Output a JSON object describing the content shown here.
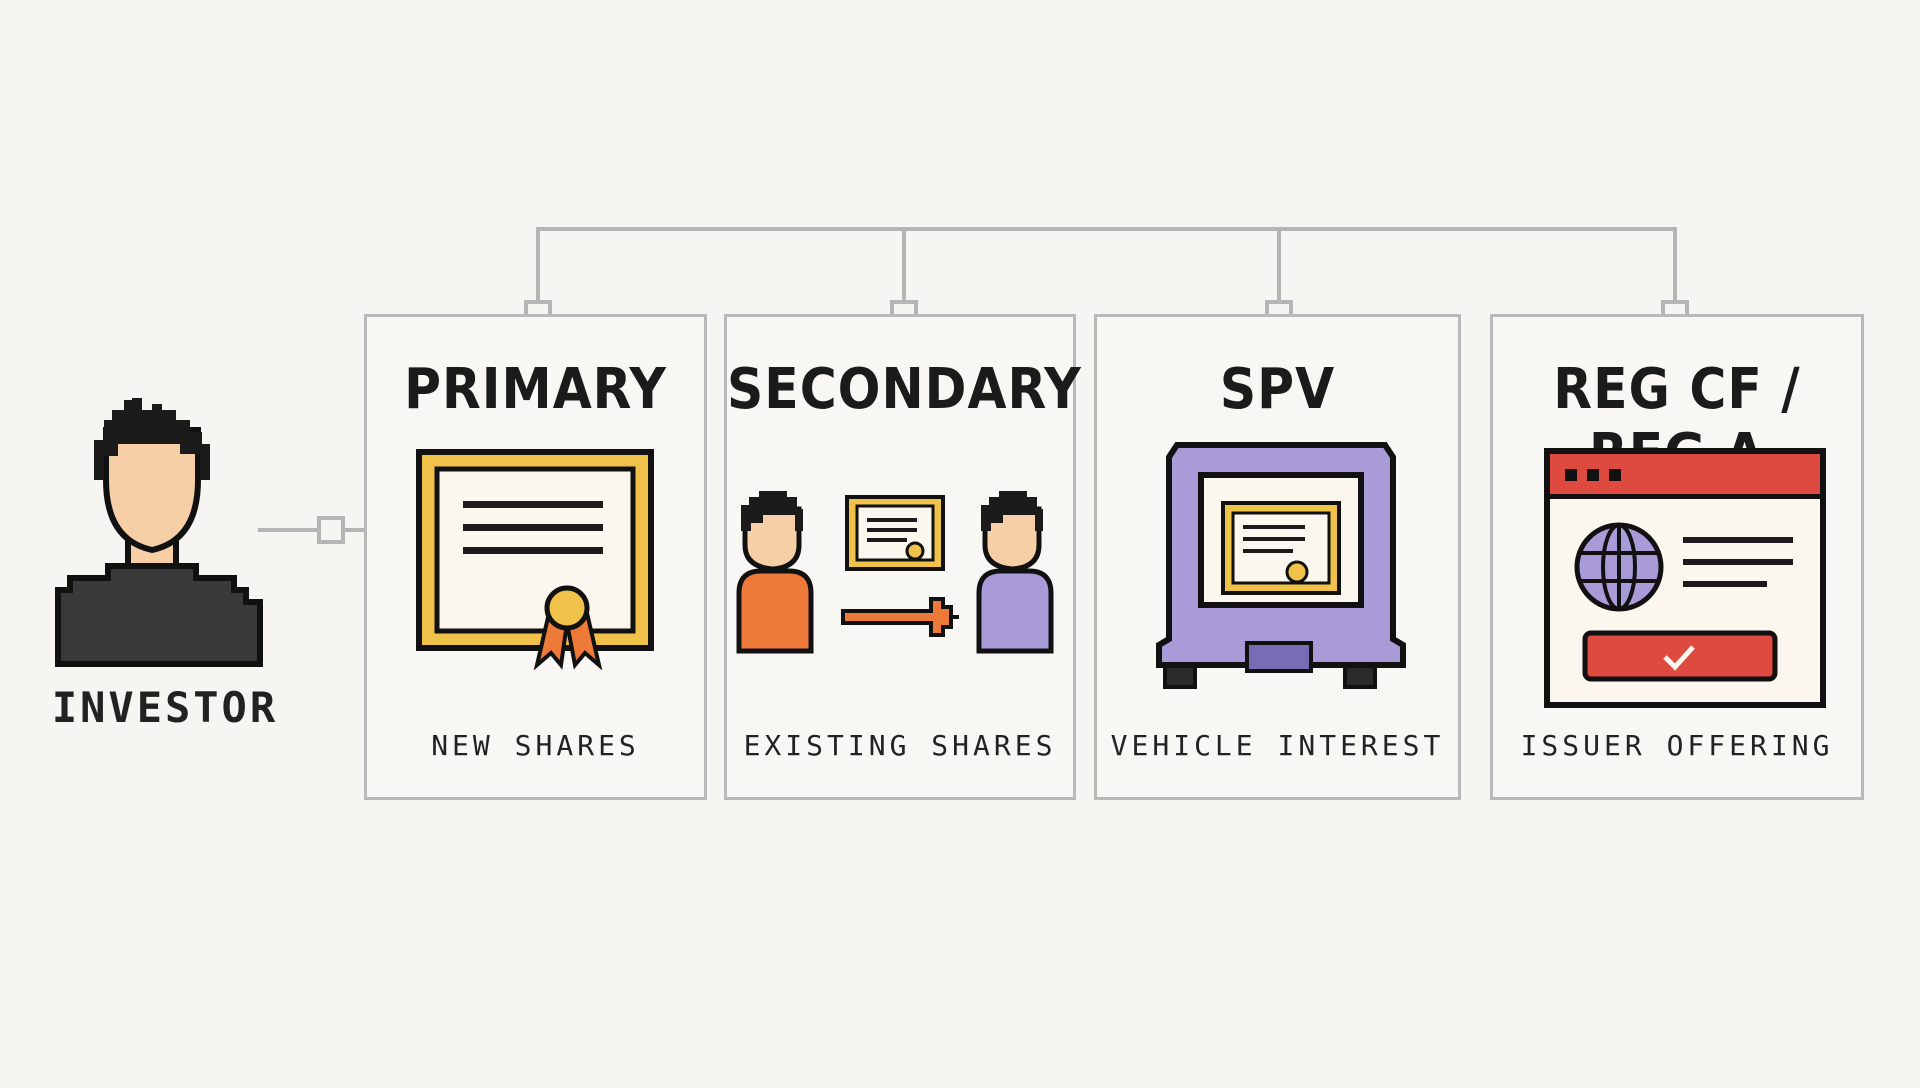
{
  "investor": {
    "label": "INVESTOR"
  },
  "cards": [
    {
      "title": "PRIMARY",
      "caption": "NEW SHARES"
    },
    {
      "title": "SECONDARY",
      "caption": "EXISTING SHARES"
    },
    {
      "title": "SPV",
      "caption": "VEHICLE INTEREST"
    },
    {
      "title": "REG CF / REG A",
      "caption": "ISSUER OFFERING"
    }
  ],
  "colors": {
    "connector": "#b5b5b5",
    "gold": "#f1c24a",
    "orange": "#ee7a3a",
    "purple": "#a99ad8",
    "red": "#de4a3f",
    "skin": "#f7cfa6",
    "ink": "#1b1b1b"
  }
}
